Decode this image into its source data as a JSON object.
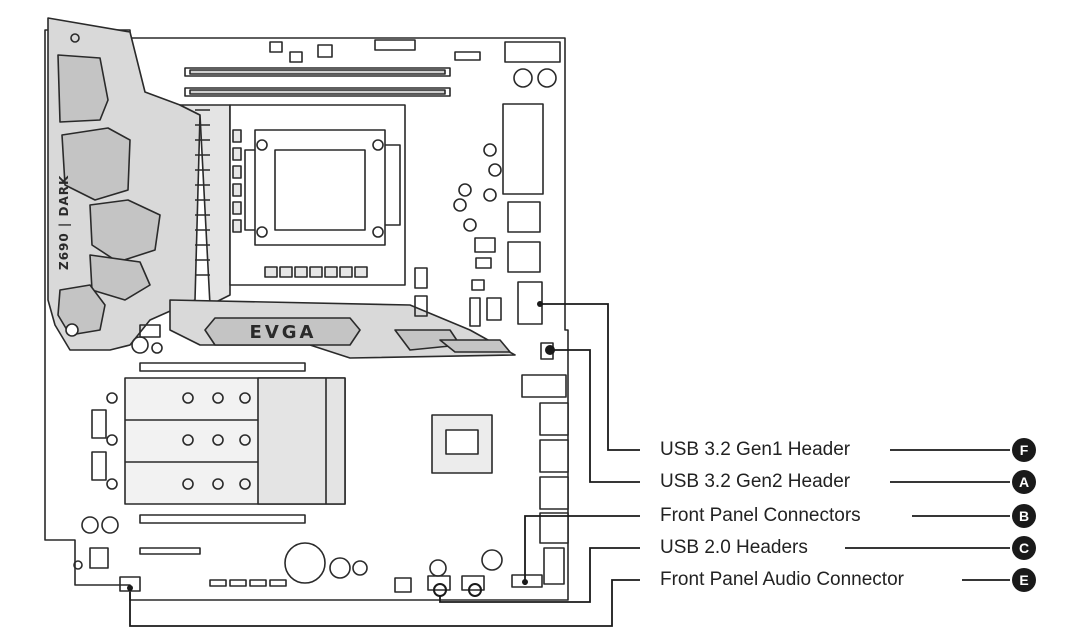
{
  "diagram": {
    "board_brand": "EVGA",
    "board_model": "Z690 | DARK",
    "colors": {
      "stroke": "#2a2a2a",
      "heatsink": "#d9d9d9",
      "heatsink_dark": "#c4c4c4",
      "badge": "#1a1a1a",
      "text": "#222222"
    },
    "callouts": [
      {
        "label": "USB 3.2 Gen1 Header",
        "letter": "F"
      },
      {
        "label": "USB 3.2 Gen2 Header",
        "letter": "A"
      },
      {
        "label": "Front Panel Connectors",
        "letter": "B"
      },
      {
        "label": "USB 2.0 Headers",
        "letter": "C"
      },
      {
        "label": "Front Panel Audio Connector",
        "letter": "E"
      }
    ]
  }
}
